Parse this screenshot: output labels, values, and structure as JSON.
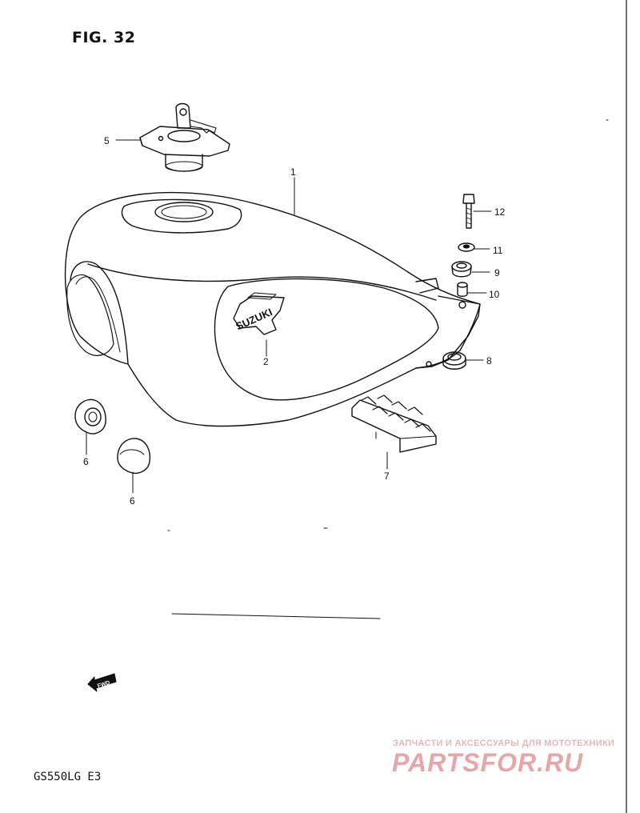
{
  "figure": {
    "title": "FIG. 32",
    "model": "GS550LG E3"
  },
  "callouts": {
    "p1": "1",
    "p2": "2",
    "p5": "5",
    "p6a": "6",
    "p6b": "6",
    "p7": "7",
    "p8": "8",
    "p9": "9",
    "p10": "10",
    "p11": "11",
    "p12": "12"
  },
  "tank_emblem": "SUZUKI",
  "fwd_arrow": "FWD",
  "watermark": {
    "tagline": "ЗАПЧАСТИ И АКСЕССУАРЫ ДЛЯ МОТОТЕХНИКИ",
    "brand": "PARTSFOR.RU",
    "color": "#e6a7ab"
  }
}
